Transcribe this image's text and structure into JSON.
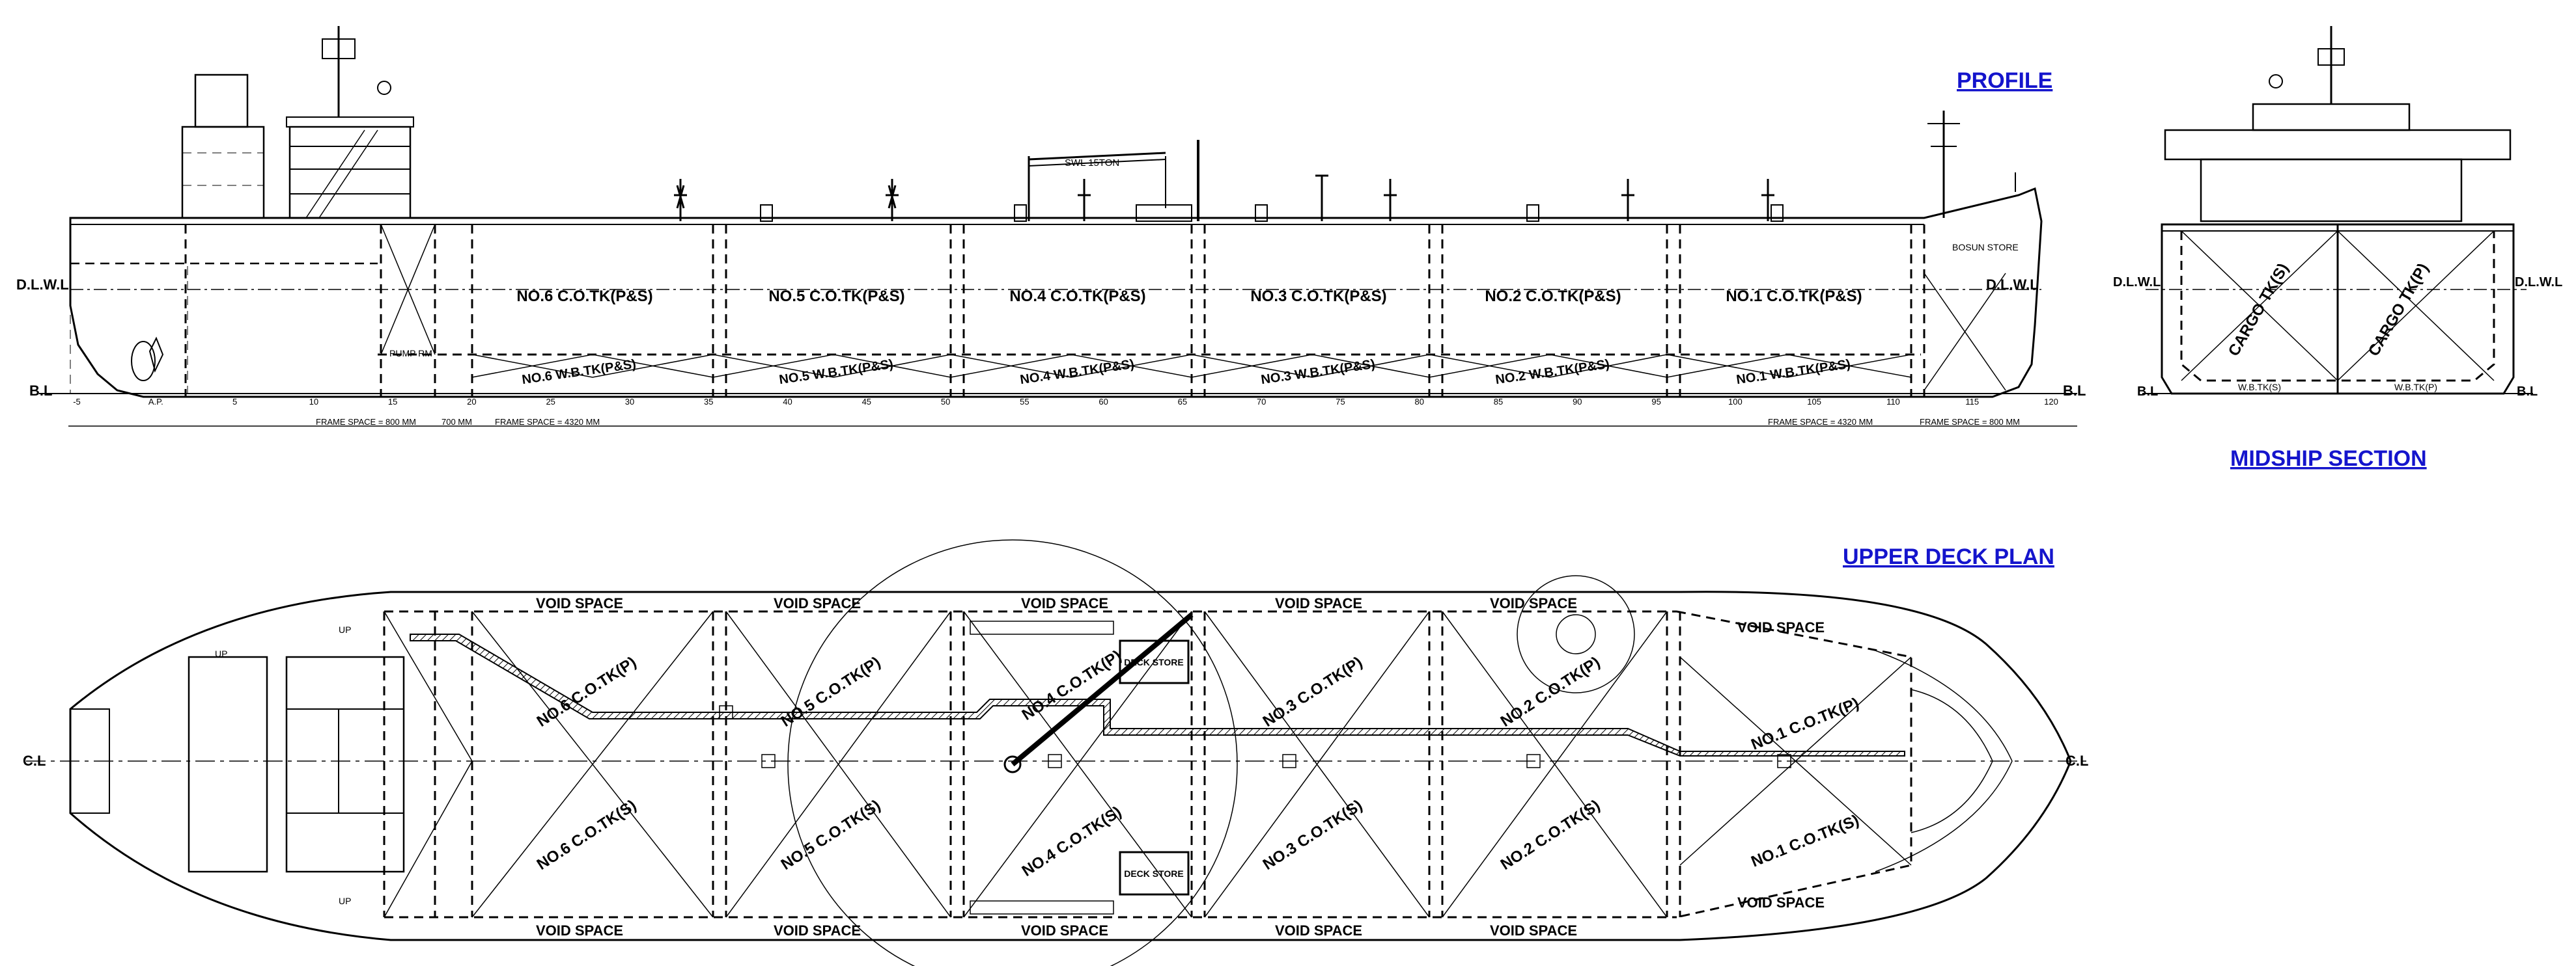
{
  "headings": {
    "profile": "PROFILE",
    "midship_section": "MIDSHIP SECTION",
    "upper_deck_plan": "UPPER DECK PLAN"
  },
  "profile": {
    "dlwl_left": "D.L.W.L",
    "dlwl_right": "D.L.W.L",
    "bl_left": "B.L",
    "bl_right": "B.L",
    "cargo_tanks": [
      "NO.6 C.O.TK(P&S)",
      "NO.5 C.O.TK(P&S)",
      "NO.4 C.O.TK(P&S)",
      "NO.3 C.O.TK(P&S)",
      "NO.2 C.O.TK(P&S)",
      "NO.1 C.O.TK(P&S)"
    ],
    "ballast_tanks": [
      "NO.6 W.B.TK(P&S)",
      "NO.5 W.B.TK(P&S)",
      "NO.4 W.B.TK(P&S)",
      "NO.3 W.B.TK(P&S)",
      "NO.2 W.B.TK(P&S)",
      "NO.1 W.B.TK(P&S)"
    ],
    "crane_label": "SWL 15TON",
    "pump_room": "PUMP RM",
    "bosun_store": "BOSUN STORE",
    "frame_numbers": [
      "-5",
      "A.P.",
      "5",
      "10",
      "15",
      "20",
      "25",
      "30",
      "35",
      "40",
      "45",
      "50",
      "55",
      "60",
      "65",
      "70",
      "75",
      "80",
      "85",
      "90",
      "95",
      "100",
      "105",
      "110",
      "115",
      "120"
    ],
    "frame_space_aft": "FRAME SPACE = 800 MM",
    "frame_space_trans": "700 MM",
    "frame_space_mid_aft": "FRAME SPACE = 4320 MM",
    "frame_space_mid_fwd": "FRAME SPACE = 4320 MM",
    "frame_space_fwd": "FRAME SPACE = 800 MM"
  },
  "midship": {
    "cargo_s": "CARGO TK(S)",
    "cargo_p": "CARGO TK(P)",
    "wb_s": "W.B.TK(S)",
    "wb_p": "W.B.TK(P)",
    "dlwl_left": "D.L.W.L",
    "dlwl_right": "D.L.W.L",
    "bl_left": "B.L",
    "bl_right": "B.L"
  },
  "deck": {
    "cl_left": "C.L",
    "cl_right": "C.L",
    "void_top": [
      "VOID SPACE",
      "VOID SPACE",
      "VOID SPACE",
      "VOID SPACE",
      "VOID SPACE"
    ],
    "void_bottom": [
      "VOID SPACE",
      "VOID SPACE",
      "VOID SPACE",
      "VOID SPACE",
      "VOID SPACE"
    ],
    "void_fwd_top": "VOID SPACE",
    "void_fwd_bottom": "VOID SPACE",
    "port_tanks": [
      "NO.6 C.O.TK(P)",
      "NO.5 C.O.TK(P)",
      "NO.4 C.O.TK(P)",
      "NO.3 C.O.TK(P)",
      "NO.2 C.O.TK(P)",
      "NO.1 C.O.TK(P)"
    ],
    "stbd_tanks": [
      "NO.6 C.O.TK(S)",
      "NO.5 C.O.TK(S)",
      "NO.4 C.O.TK(S)",
      "NO.3 C.O.TK(S)",
      "NO.2 C.O.TK(S)",
      "NO.1 C.O.TK(S)"
    ],
    "deck_store_top": "DECK STORE",
    "deck_store_bottom": "DECK STORE",
    "up_labels": [
      "UP",
      "UP",
      "UP"
    ]
  },
  "colors": {
    "heading": "#1414cc",
    "line": "#000000",
    "background": "#ffffff"
  }
}
